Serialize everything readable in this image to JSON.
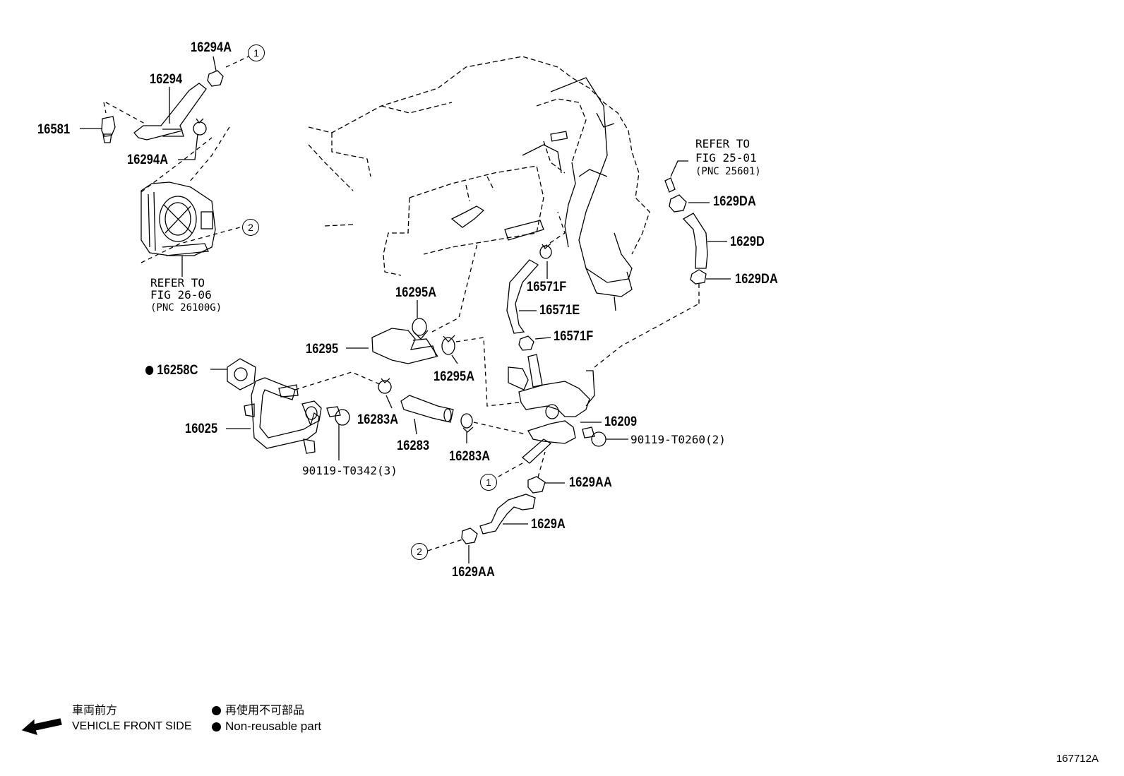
{
  "parts": {
    "p16294A_top": "16294A",
    "p16294": "16294",
    "p16581": "16581",
    "p16294A_bottom": "16294A",
    "p16295A_top": "16295A",
    "p16295": "16295",
    "p16295A_bottom": "16295A",
    "p16258C": "16258C",
    "p16025": "16025",
    "p16283A_left": "16283A",
    "p16283": "16283",
    "p16283A_right": "16283A",
    "bolt_t0342": "90119-T0342(3)",
    "p16571F_top": "16571F",
    "p16571E": "16571E",
    "p16571F_bottom": "16571F",
    "p16209": "16209",
    "bolt_t0260": "90119-T0260(2)",
    "p1629DA_top": "1629DA",
    "p1629D": "1629D",
    "p1629DA_bottom": "1629DA",
    "p1629AA_top": "1629AA",
    "p1629A": "1629A",
    "p1629AA_bottom": "1629AA"
  },
  "refs": {
    "throttle": {
      "line1": "REFER TO",
      "line2": "FIG 26-06",
      "line3": "(PNC 26100G)"
    },
    "engine": {
      "line1": "REFER TO",
      "line2": "FIG 25-01",
      "line3": "(PNC 25601)"
    }
  },
  "markers": {
    "one": "1",
    "two": "2"
  },
  "legend": {
    "direction_jp": "車両前方",
    "direction_en": "VEHICLE FRONT SIDE",
    "nonreusable_jp": "再使用不可部品",
    "nonreusable_en": "Non-reusable part"
  },
  "figure_id": "167712A"
}
